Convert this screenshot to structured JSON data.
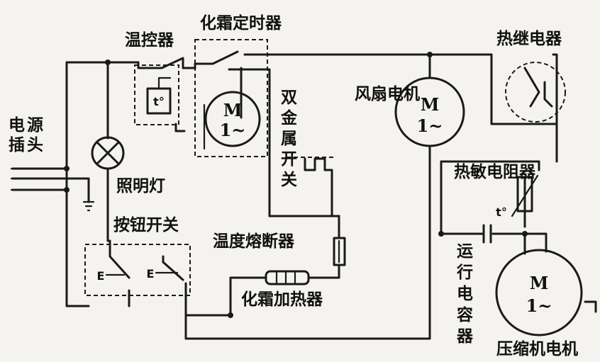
{
  "labels": {
    "thermostat": "温控器",
    "defrost_timer": "化霜定时器",
    "thermal_relay": "热继电器",
    "power_plug": "电源插头",
    "lamp": "照明灯",
    "bimetal_switch": "双金属开关",
    "fan_motor": "风扇电机",
    "thermistor": "热敏电阻器",
    "button_switch": "按钮开关",
    "temp_fuse": "温度熔断器",
    "defrost_heater": "化霜加热器",
    "run_capacitor": "运行电容器",
    "compressor_motor": "压缩机电机"
  },
  "motors": {
    "timer_motor": {
      "m": "M",
      "phase": "1~"
    },
    "fan_motor": {
      "m": "M",
      "phase": "1~"
    },
    "compressor_motor": {
      "m": "M",
      "phase": "1~"
    }
  },
  "symbols": {
    "thermostat_sensor": "t°",
    "thermistor_sensor": "t°",
    "switch_a": "E",
    "switch_b": "E"
  }
}
